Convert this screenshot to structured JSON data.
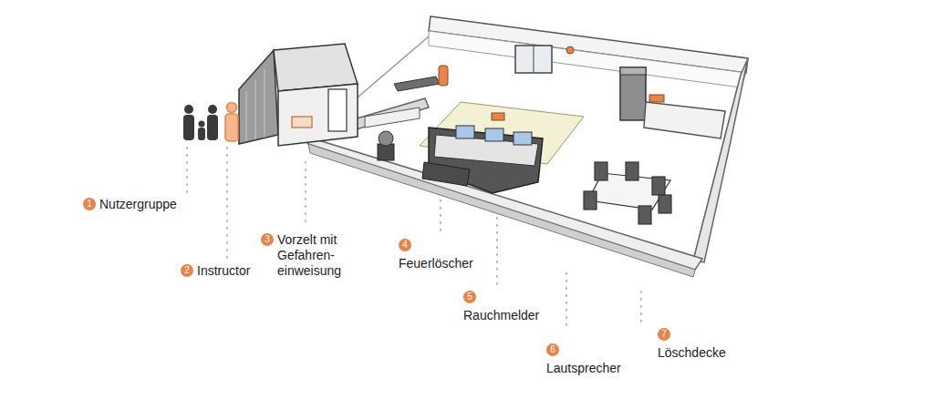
{
  "diagram": {
    "nodes": [
      {
        "text": [
          "1",
          "Nutzergruppe"
        ]
      },
      {
        "text": [
          "2",
          "Instructor"
        ]
      },
      {
        "text": [
          "3",
          "Vorzelt mit Gefahren- einweisung"
        ]
      },
      {
        "text": [
          "4",
          "Feuerlöscher"
        ]
      },
      {
        "text": [
          "5",
          "Rauchmelder"
        ]
      },
      {
        "text": [
          "6",
          "Lautsprecher"
        ]
      },
      {
        "text": [
          "7",
          "Löschdecke"
        ]
      }
    ]
  }
}
